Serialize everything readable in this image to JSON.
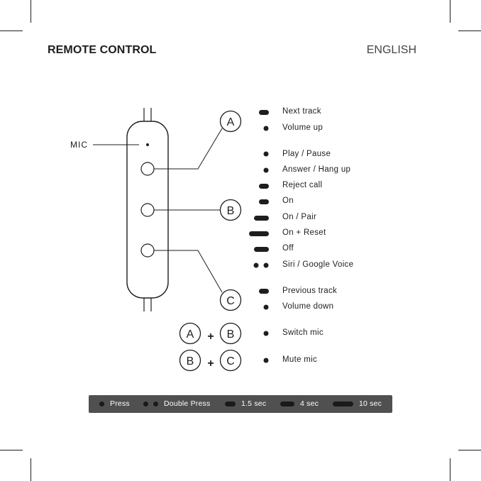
{
  "header": {
    "title": "REMOTE CONTROL",
    "language": "ENGLISH"
  },
  "remote": {
    "mic_label": "MIC",
    "buttons": [
      "A",
      "B",
      "C"
    ]
  },
  "functions": [
    {
      "label": "Next track",
      "action": "1.5 sec",
      "group": "A"
    },
    {
      "label": "Volume up",
      "action": "Press",
      "group": "A"
    },
    {
      "label": "Play / Pause",
      "action": "Press",
      "group": "B"
    },
    {
      "label": "Answer / Hang up",
      "action": "Press",
      "group": "B"
    },
    {
      "label": "Reject call",
      "action": "1.5 sec",
      "group": "B"
    },
    {
      "label": "On",
      "action": "1.5 sec",
      "group": "B"
    },
    {
      "label": "On / Pair",
      "action": "4 sec",
      "group": "B"
    },
    {
      "label": "On + Reset",
      "action": "10 sec",
      "group": "B"
    },
    {
      "label": "Off",
      "action": "4 sec",
      "group": "B"
    },
    {
      "label": "Siri / Google Voice",
      "action": "Double Press",
      "group": "B"
    },
    {
      "label": "Previous track",
      "action": "1.5 sec",
      "group": "C"
    },
    {
      "label": "Volume down",
      "action": "Press",
      "group": "C"
    },
    {
      "label": "Switch mic",
      "action": "Press",
      "combo": [
        "A",
        "B"
      ],
      "plus": "+"
    },
    {
      "label": "Mute mic",
      "action": "Press",
      "combo": [
        "B",
        "C"
      ],
      "plus": "+"
    }
  ],
  "legend": [
    {
      "label": "Press",
      "icon": "press-dot"
    },
    {
      "label": "Double Press",
      "icon": "double-dot"
    },
    {
      "label": "1.5 sec",
      "icon": "short-dash"
    },
    {
      "label": "4 sec",
      "icon": "medium-dash"
    },
    {
      "label": "10 sec",
      "icon": "long-dash"
    }
  ],
  "colors": {
    "ink": "#1e1e1e",
    "legend_bg": "#505050",
    "legend_text": "#ffffff"
  }
}
